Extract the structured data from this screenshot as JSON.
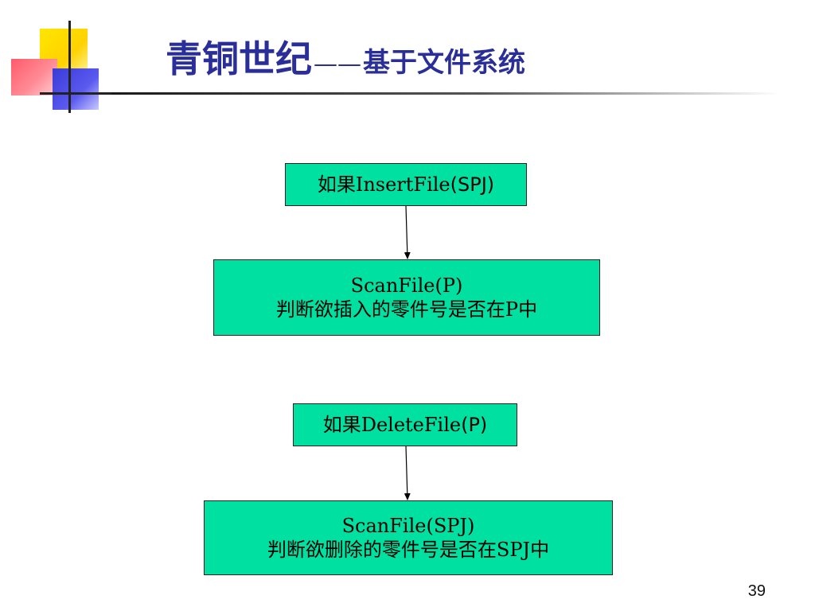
{
  "slide": {
    "title_main": "青铜世纪",
    "title_dash": "——",
    "title_sub": "基于文件系统",
    "page_number": "39"
  },
  "diagram": {
    "insert_box": {
      "prefix": "如果InsertFile",
      "arg": "(SPJ)"
    },
    "scan_p_box": {
      "line1": "ScanFile(P)",
      "line2": "判断欲插入的零件号是否在P中"
    },
    "delete_box": {
      "prefix": "如果DeleteFile",
      "arg": "(P)"
    },
    "scan_spj_box": {
      "line1": "ScanFile(SPJ)",
      "line2": "判断欲删除的零件号是否在SPJ中"
    }
  },
  "colors": {
    "title": "#2a2e98",
    "box_fill": "#00e0a0"
  }
}
